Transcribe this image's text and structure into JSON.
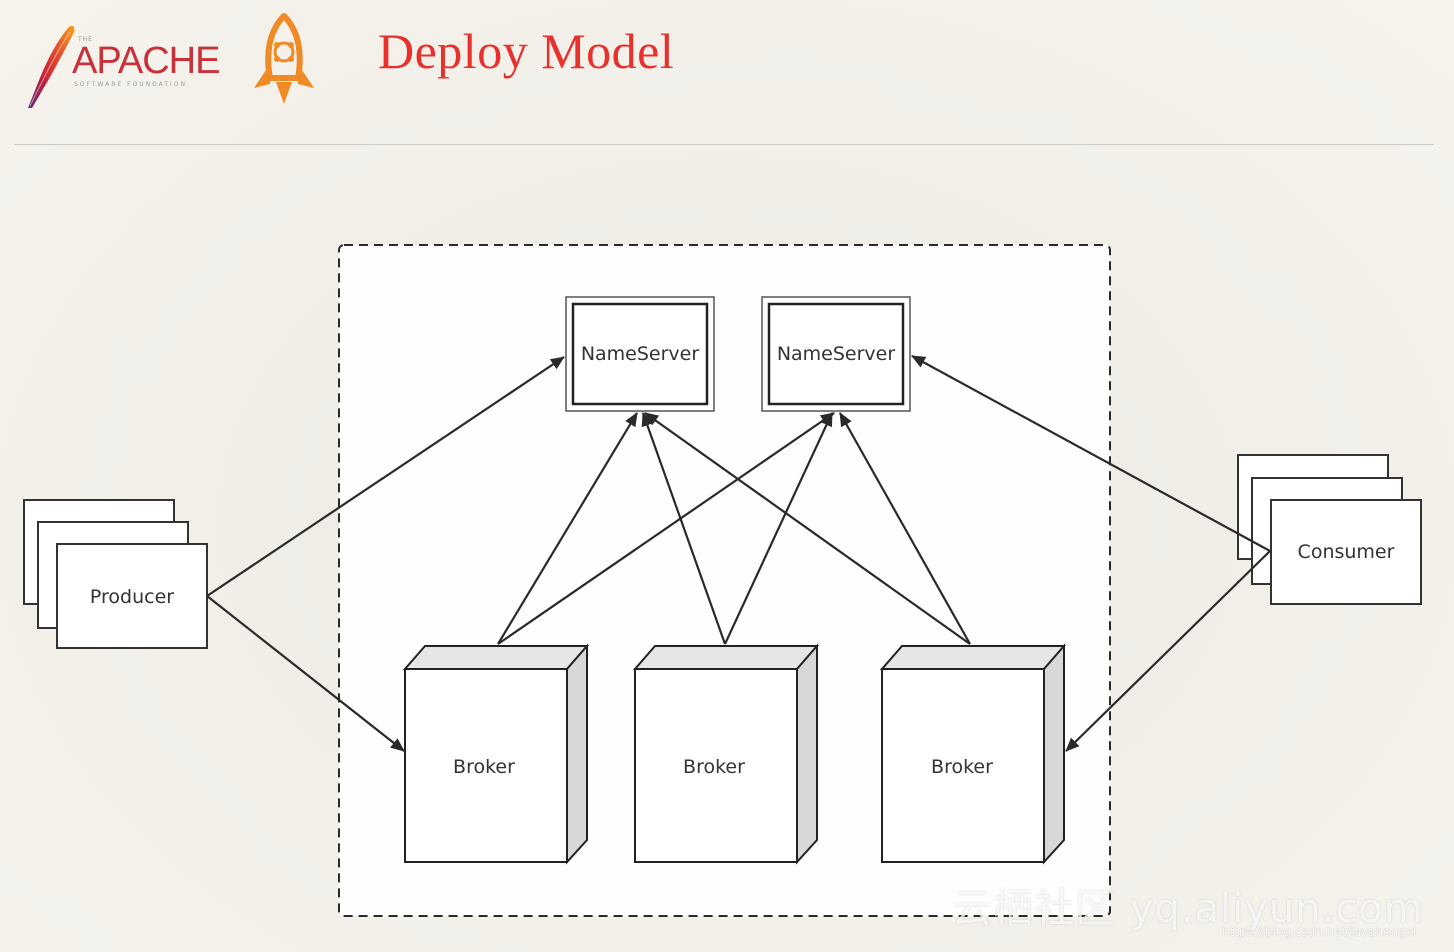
{
  "header": {
    "apache_the": "THE",
    "apache_word": "APACHE",
    "apache_sub": "SOFTWARE FOUNDATION",
    "title": "Deploy Model"
  },
  "diagram": {
    "producer_label": "Producer",
    "consumer_label": "Consumer",
    "nameservers": [
      "NameServer",
      "NameServer"
    ],
    "brokers": [
      "Broker",
      "Broker",
      "Broker"
    ]
  },
  "watermark": {
    "text": "云栖社区 yq.aliyun.com",
    "url": "https://blog.csdn.net/javahongxi"
  },
  "colors": {
    "title": "#e8312c",
    "apache_red": "#c8303a",
    "rocket_orange": "#f08a24",
    "line": "#2a2a2a"
  }
}
